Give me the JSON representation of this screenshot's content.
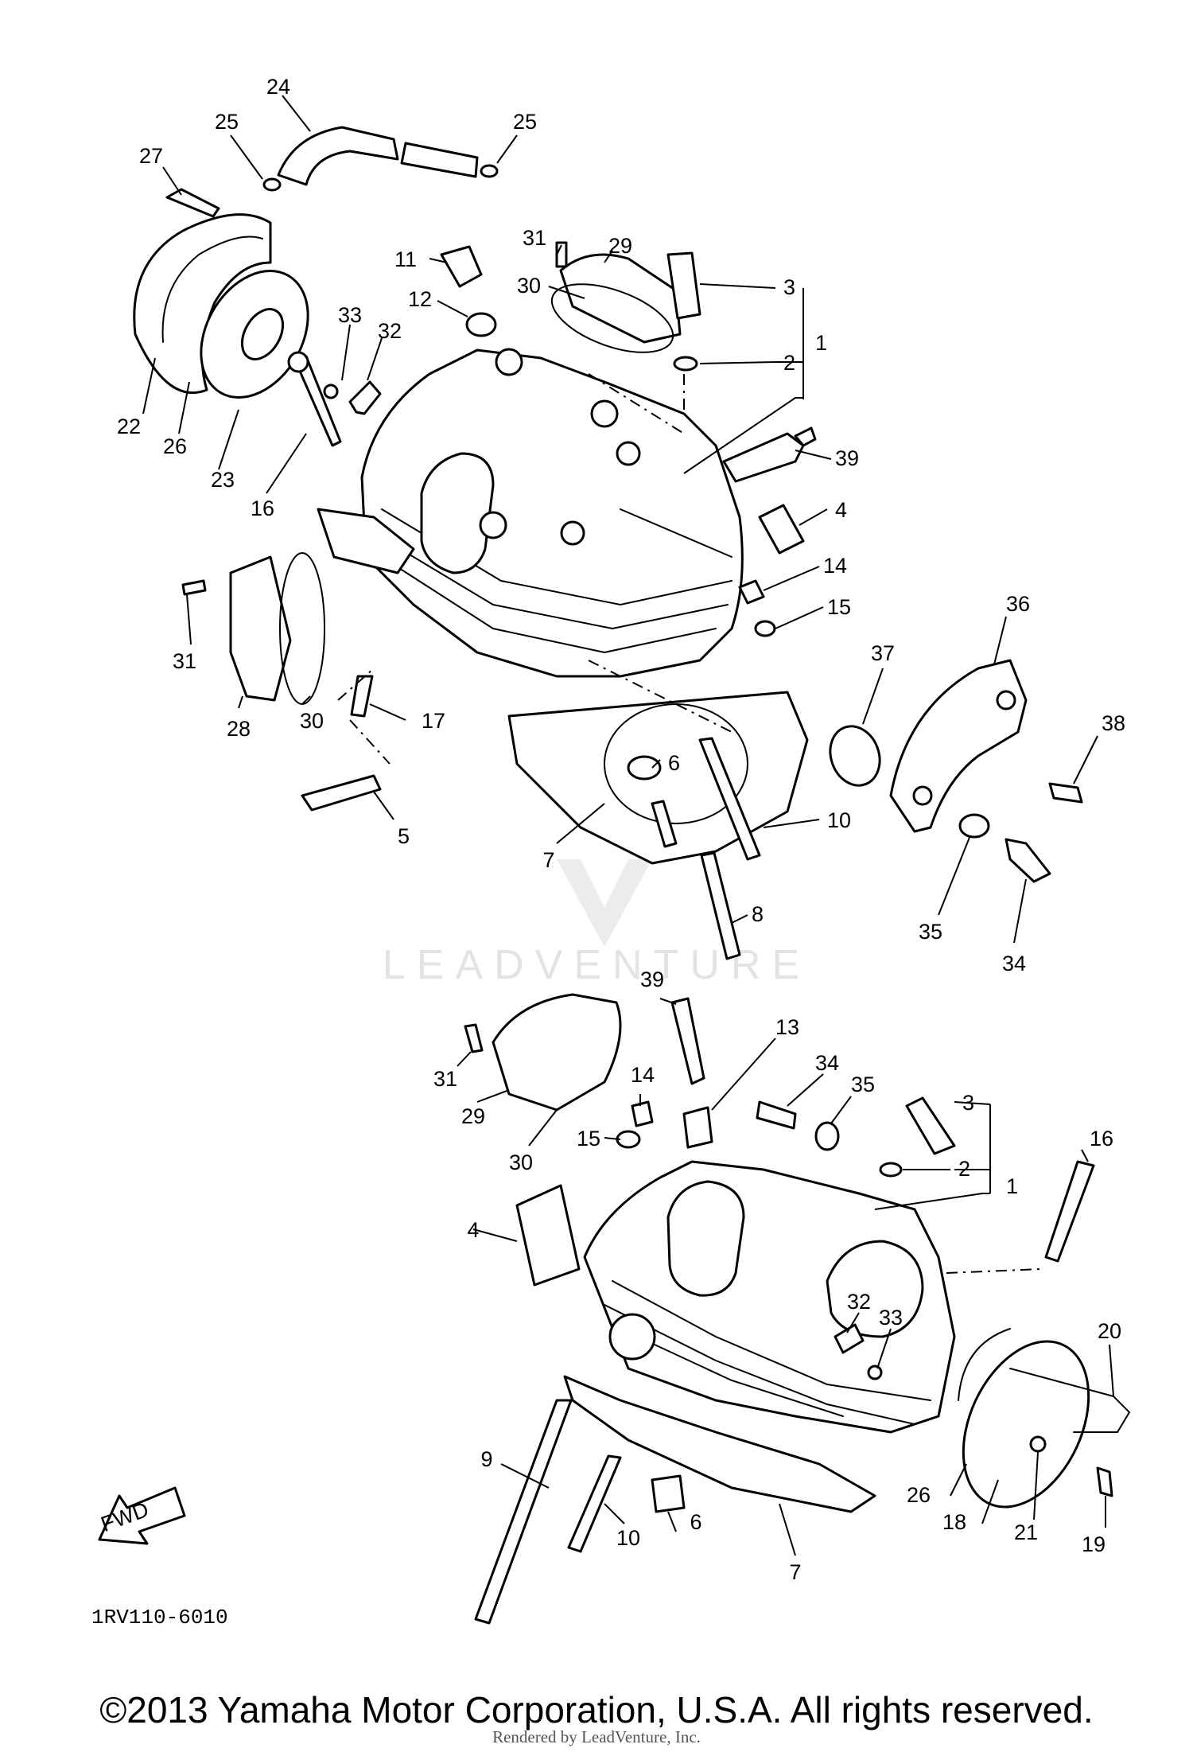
{
  "diagram": {
    "part_code": "1RV110-6010",
    "copyright": "©2013 Yamaha Motor Corporation, U.S.A. All rights reserved.",
    "rendered_by": "Rendered by LeadVenture, Inc.",
    "watermark": "LEADVENTURE",
    "fwd_label": "FWD",
    "callouts": {
      "t24": "24",
      "t25a": "25",
      "t25b": "25",
      "t27": "27",
      "t31a": "31",
      "t29a": "29",
      "t11": "11",
      "t12": "12",
      "t30a": "30",
      "t3a": "3",
      "t2a": "2",
      "t1a": "1",
      "t33a": "33",
      "t32a": "32",
      "t22": "22",
      "t26a": "26",
      "t23": "23",
      "t16a": "16",
      "t39a": "39",
      "t4a": "4",
      "t14a": "14",
      "t15a": "15",
      "t36": "36",
      "t37": "37",
      "t38": "38",
      "t31b": "31",
      "t28": "28",
      "t30b": "30",
      "t17": "17",
      "t6a": "6",
      "t5": "5",
      "t7a": "7",
      "t10a": "10",
      "t8": "8",
      "t35a": "35",
      "t34a": "34",
      "t39b": "39",
      "t13": "13",
      "t34b": "34",
      "t35b": "35",
      "t14b": "14",
      "t31c": "31",
      "t29b": "29",
      "t15b": "15",
      "t30c": "30",
      "t3b": "3",
      "t16b": "16",
      "t2b": "2",
      "t1b": "1",
      "t4b": "4",
      "t32b": "32",
      "t33b": "33",
      "t20": "20",
      "t9": "9",
      "t10b": "10",
      "t6b": "6",
      "t26b": "26",
      "t18": "18",
      "t21": "21",
      "t19": "19",
      "t7b": "7"
    }
  }
}
